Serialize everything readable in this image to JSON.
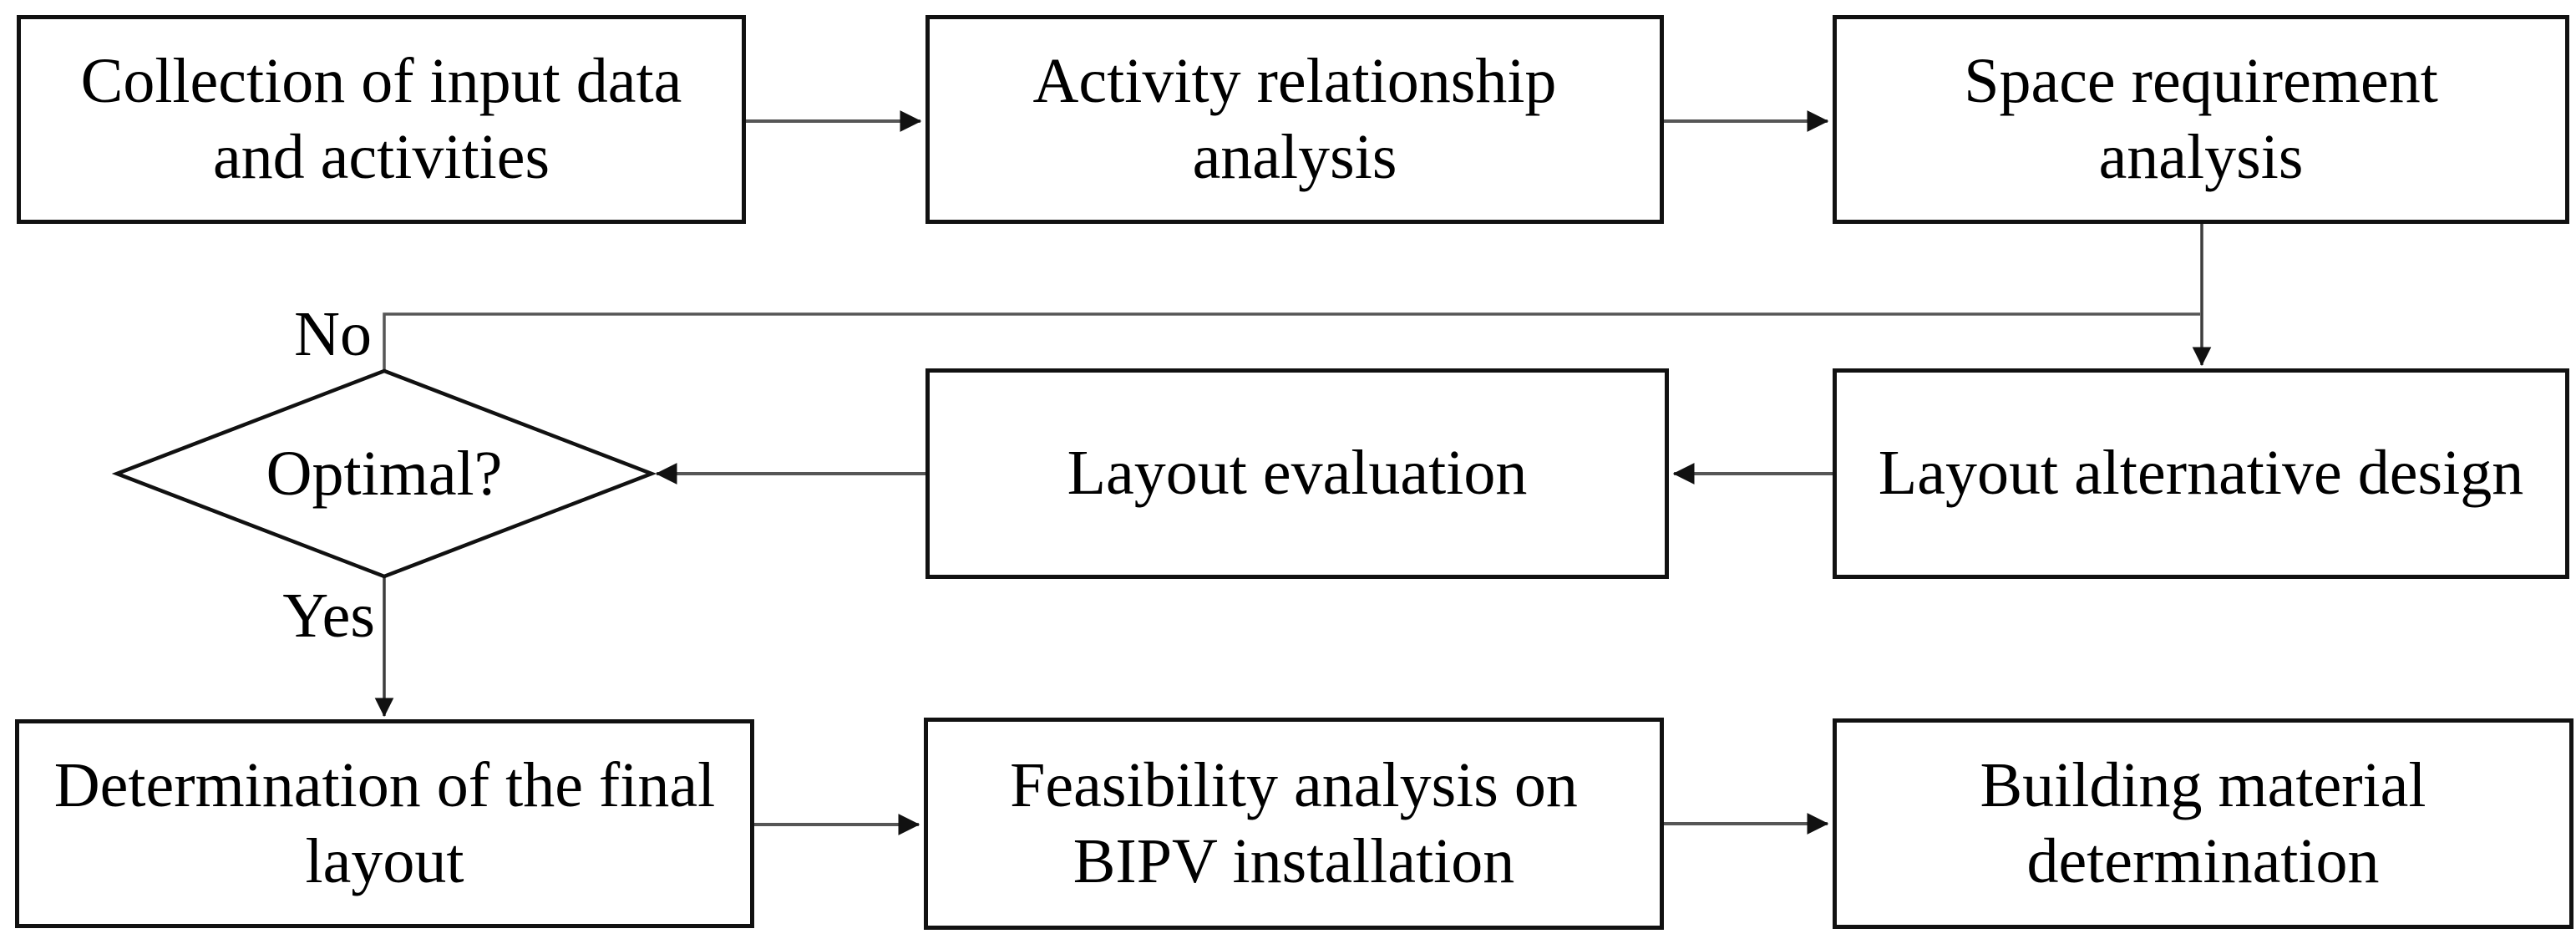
{
  "flowchart": {
    "boxes": {
      "collection": {
        "lines": [
          "Collection of input data",
          "and activities"
        ]
      },
      "activity": {
        "lines": [
          "Activity relationship",
          "analysis"
        ]
      },
      "space": {
        "lines": [
          "Space requirement",
          "analysis"
        ]
      },
      "evaluation": {
        "lines": [
          "Layout evaluation"
        ]
      },
      "alternative": {
        "lines": [
          "Layout alternative design"
        ]
      },
      "final": {
        "lines": [
          "Determination of the final",
          "layout"
        ]
      },
      "feasibility": {
        "lines": [
          "Feasibility analysis on",
          "BIPV installation"
        ]
      },
      "material": {
        "lines": [
          "Building material",
          "determination"
        ]
      }
    },
    "decision": {
      "label": "Optimal?"
    },
    "edge_labels": {
      "no": "No",
      "yes": "Yes"
    },
    "colors": {
      "box_border": "#111111",
      "connector_line": "#565656",
      "arrowhead": "#111111",
      "background": "#ffffff",
      "text": "#000000"
    }
  }
}
